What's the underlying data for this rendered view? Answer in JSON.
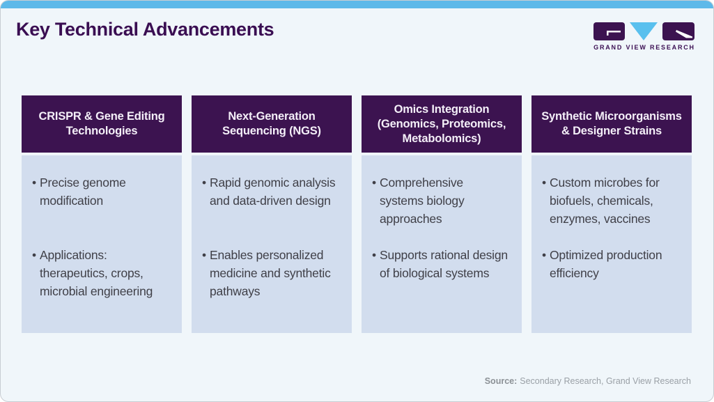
{
  "slide": {
    "title": "Key Technical Advancements",
    "bullet_glyph": "•",
    "colors": {
      "accent_bar": "#5eb9e9",
      "header_purple": "#3c1350",
      "card_body_bg": "#d2ddee",
      "page_bg": "#f0f6fa",
      "title_purple": "#3a0e52"
    }
  },
  "logo": {
    "name": "Grand View Research logo",
    "caption": "GRAND VIEW RESEARCH"
  },
  "cards": [
    {
      "header": "CRISPR & Gene Editing Technologies",
      "bullets": [
        "Precise genome modification",
        "Applications: therapeutics, crops, microbial engineering"
      ]
    },
    {
      "header": "Next-Generation Sequencing (NGS)",
      "bullets": [
        "Rapid genomic analysis and data-driven design",
        "Enables personalized medicine and synthetic pathways"
      ]
    },
    {
      "header": "Omics Integration (Genomics, Proteomics, Metabolomics)",
      "bullets": [
        "Comprehensive systems biology approaches",
        "Supports rational design of biological systems"
      ]
    },
    {
      "header": "Synthetic Microorganisms & Designer Strains",
      "bullets": [
        "Custom microbes for biofuels, chemicals, enzymes, vaccines",
        "Optimized production efficiency"
      ]
    }
  ],
  "footer": {
    "source_label": "Source:",
    "source_text": "Secondary Research, Grand View Research"
  }
}
